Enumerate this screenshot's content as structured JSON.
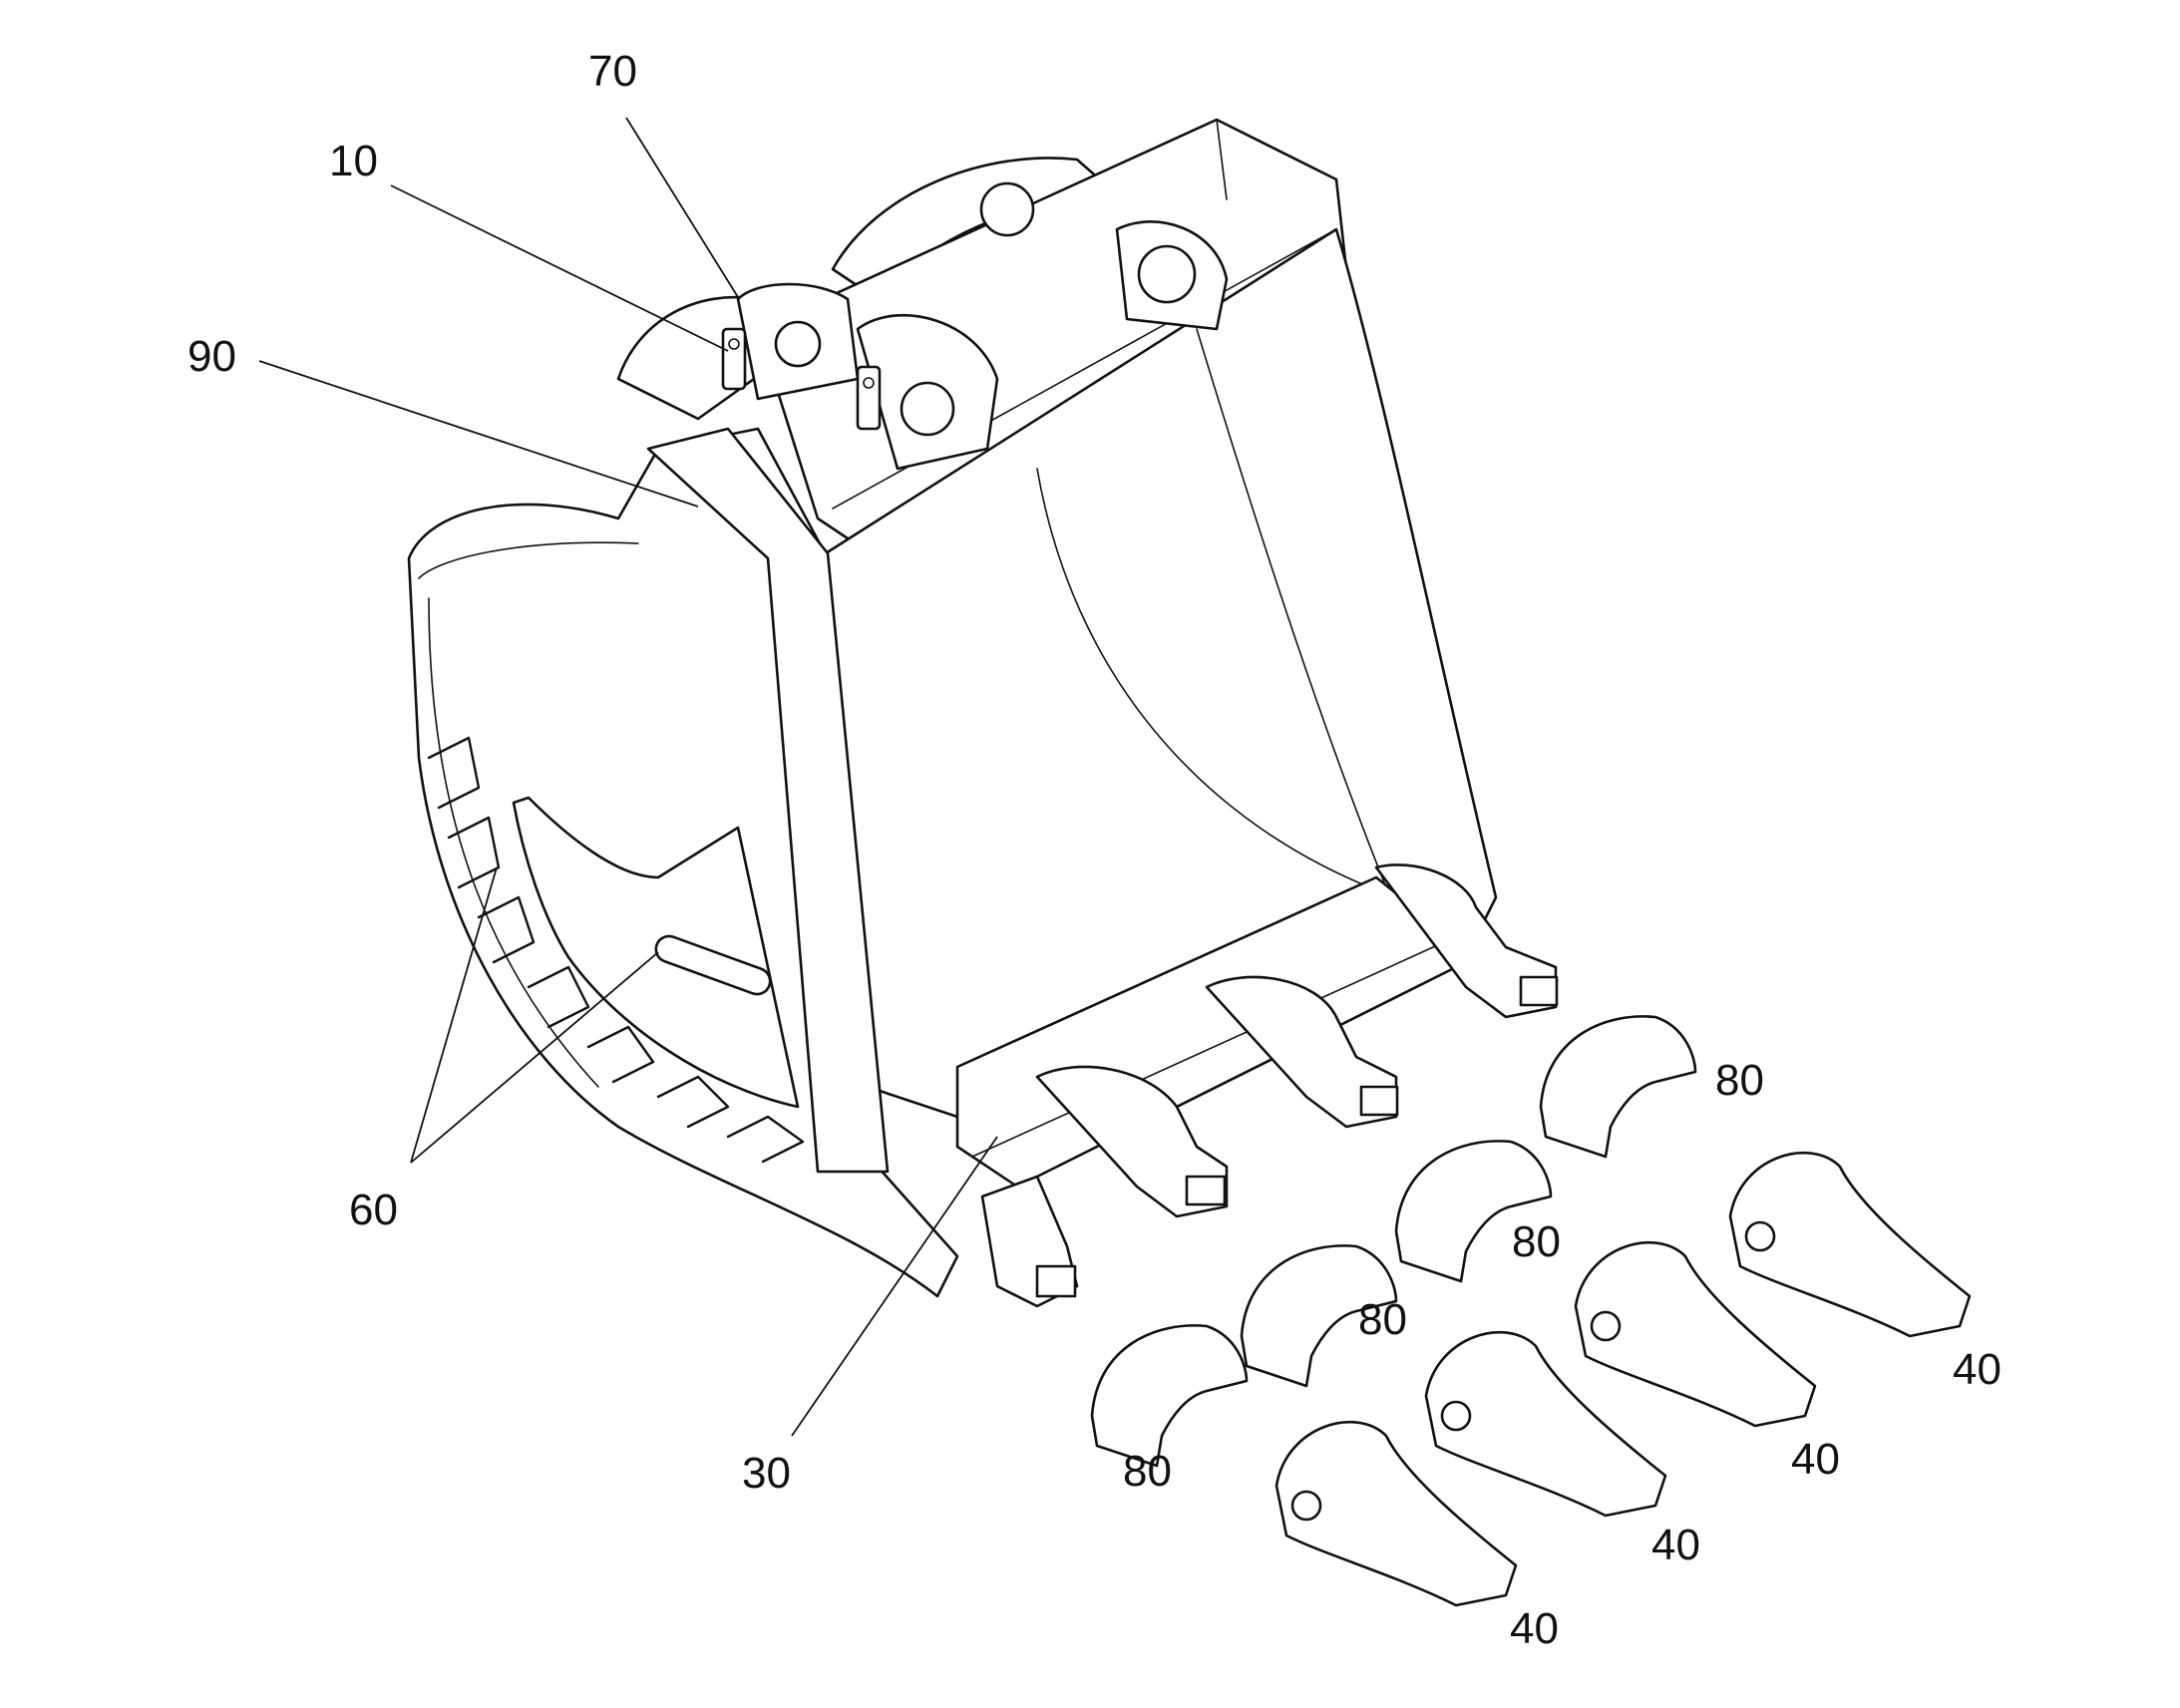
{
  "figure": {
    "kind": "patent line drawing",
    "subject_icon": "excavator-bucket-icon",
    "colors": {
      "line": "#111111",
      "background": "#ffffff"
    },
    "reference_labels": {
      "pin_boss": "70",
      "lock_pin": "10",
      "side_plate": "90",
      "wear_strips": "60",
      "lip": "30",
      "shrouds": [
        "80",
        "80",
        "80",
        "80"
      ],
      "teeth": [
        "40",
        "40",
        "40",
        "40",
        "40"
      ]
    }
  }
}
